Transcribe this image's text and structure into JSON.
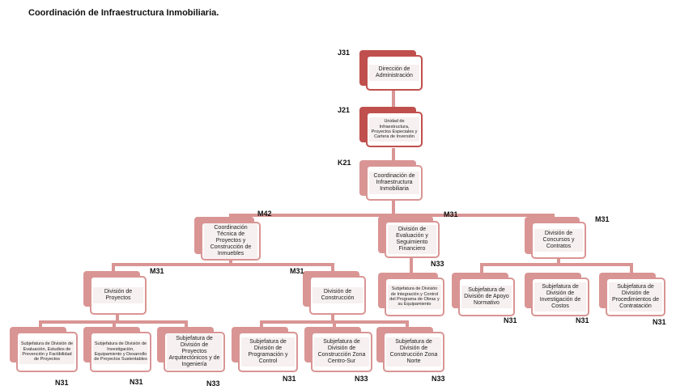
{
  "title": "Coordinación de Infraestructura Inmobiliaria.",
  "nodes": {
    "n1": {
      "label": "Dirección de Administración",
      "code": "J31"
    },
    "n2": {
      "label": "Unidad de Infraestructura, Proyectos Especiales y Cartera de Inversión",
      "code": "J21"
    },
    "n3": {
      "label": "Coordinación de Infraestructura Inmobiliaria",
      "code": "K21"
    },
    "n4": {
      "label": "Coordinación Técnica de Proyectos y Construcción de Inmuebles",
      "code": "M42"
    },
    "n5": {
      "label": "División de Evaluación y Seguimiento Financiero",
      "code": "M31"
    },
    "n6": {
      "label": "División de Concursos y Contratos",
      "code": "M31"
    },
    "n7": {
      "label": "División de Proyectos",
      "code": "M31"
    },
    "n8": {
      "label": "División de Construcción",
      "code": "M31"
    },
    "n9": {
      "label": "Subjefatura de División de Integración y Control del Programa de Obras y su Equipamiento",
      "code": "N33"
    },
    "n10": {
      "label": "Subjefatura de División de Apoyo Normativo",
      "code": "N31"
    },
    "n11": {
      "label": "Subjefatura de División de Investigación de Costos",
      "code": "N31"
    },
    "n12": {
      "label": "Subjefatura de División de Procedimientos de Contratación",
      "code": "N31"
    },
    "n13": {
      "label": "Subjefatura de División de Evaluación, Estudios de Prevención y Factibilidad de Proyectos",
      "code": "N31"
    },
    "n14": {
      "label": "Subjefatura de División de Investigación, Equipamiento y Desarrollo de Proyectos Sustentables",
      "code": "N31"
    },
    "n15": {
      "label": "Subjefatura de División de Proyectos Arquitectónicos y de Ingeniería",
      "code": "N33"
    },
    "n16": {
      "label": "Subjefatura de División de Programación y Control",
      "code": "N31"
    },
    "n17": {
      "label": "Subjefatura de División de Construcción Zona Centro-Sur",
      "code": "N33"
    },
    "n18": {
      "label": "Subjefatura de División de Construcción Zona Norte",
      "code": "N33"
    }
  },
  "colors": {
    "dark": "#c0504d",
    "light": "#d99594"
  }
}
